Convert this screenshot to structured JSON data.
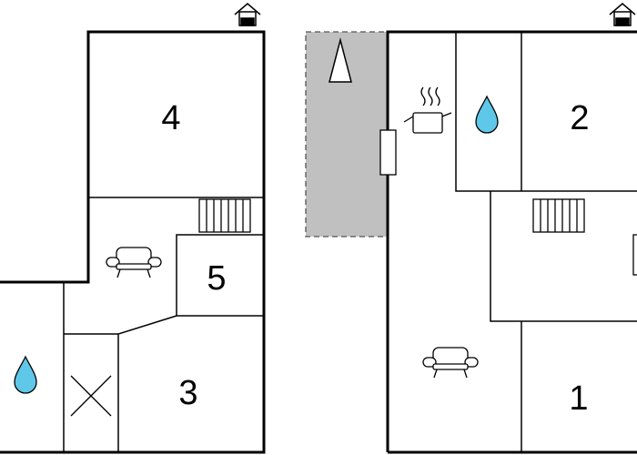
{
  "colors": {
    "wall": "#000000",
    "terrace_fill": "#c0c0c0",
    "terrace_border": "#555555",
    "water_fill": "#5fc7e8",
    "background": "#ffffff"
  },
  "rooms": {
    "left": [
      "4",
      "5",
      "3"
    ],
    "right": [
      "2",
      "1"
    ]
  },
  "icons": {
    "entrance": "house-entrance-icon",
    "water": "water-drop-icon",
    "sofa": "sofa-icon",
    "stairs": "stairs-icon",
    "kitchen": "cooking-pot-icon",
    "north": "north-arrow-icon",
    "void": "open-void-icon"
  }
}
